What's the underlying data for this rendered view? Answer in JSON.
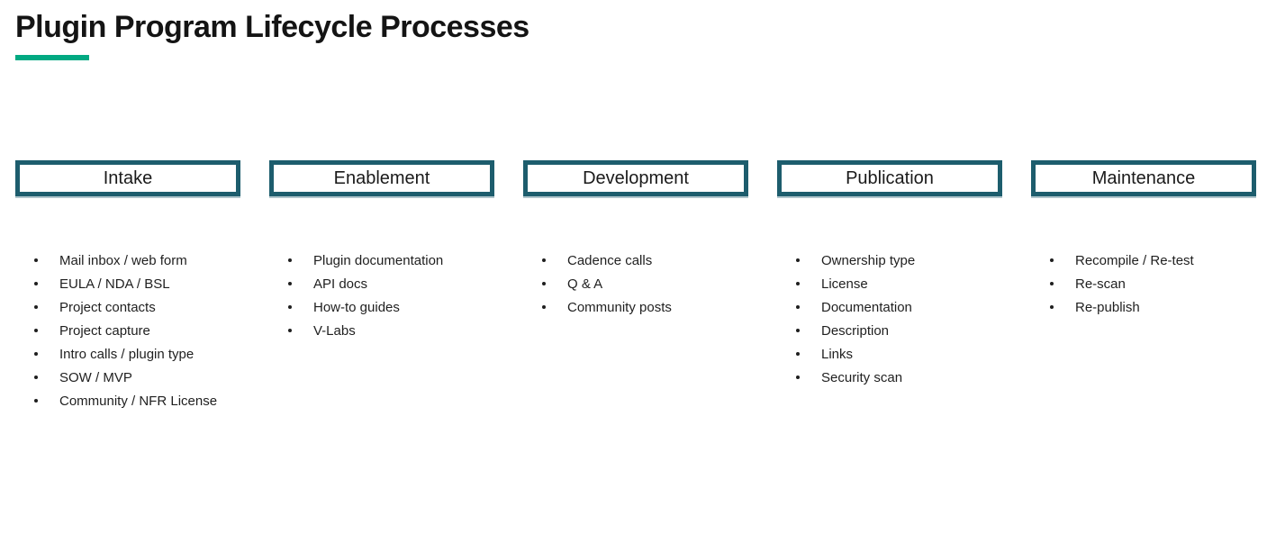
{
  "title": "Plugin Program Lifecycle Processes",
  "accent_color": "#01a982",
  "box_border_color": "#1d5d6d",
  "columns": [
    {
      "header": "Intake",
      "items": [
        "Mail inbox / web form",
        "EULA / NDA / BSL",
        "Project contacts",
        "Project capture",
        "Intro calls / plugin type",
        "SOW / MVP",
        "Community / NFR License"
      ]
    },
    {
      "header": "Enablement",
      "items": [
        "Plugin documentation",
        "API docs",
        "How-to guides",
        "V-Labs"
      ]
    },
    {
      "header": "Development",
      "items": [
        "Cadence calls",
        "Q & A",
        "Community posts"
      ]
    },
    {
      "header": "Publication",
      "items": [
        "Ownership type",
        "License",
        "Documentation",
        "Description",
        "Links",
        "Security scan"
      ]
    },
    {
      "header": "Maintenance",
      "items": [
        "Recompile / Re-test",
        "Re-scan",
        "Re-publish"
      ]
    }
  ]
}
